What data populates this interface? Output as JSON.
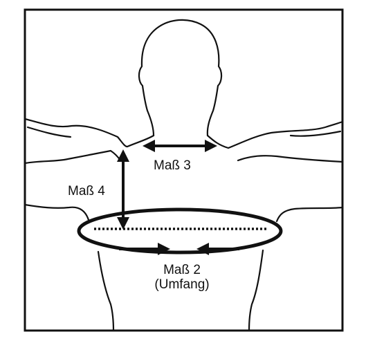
{
  "labels": {
    "mass3": "Maß 3",
    "mass4": "Maß 4",
    "mass2_line1": "Maß 2",
    "mass2_line2": "(Umfang)"
  },
  "colors": {
    "line": "#111111",
    "background": "#ffffff"
  }
}
